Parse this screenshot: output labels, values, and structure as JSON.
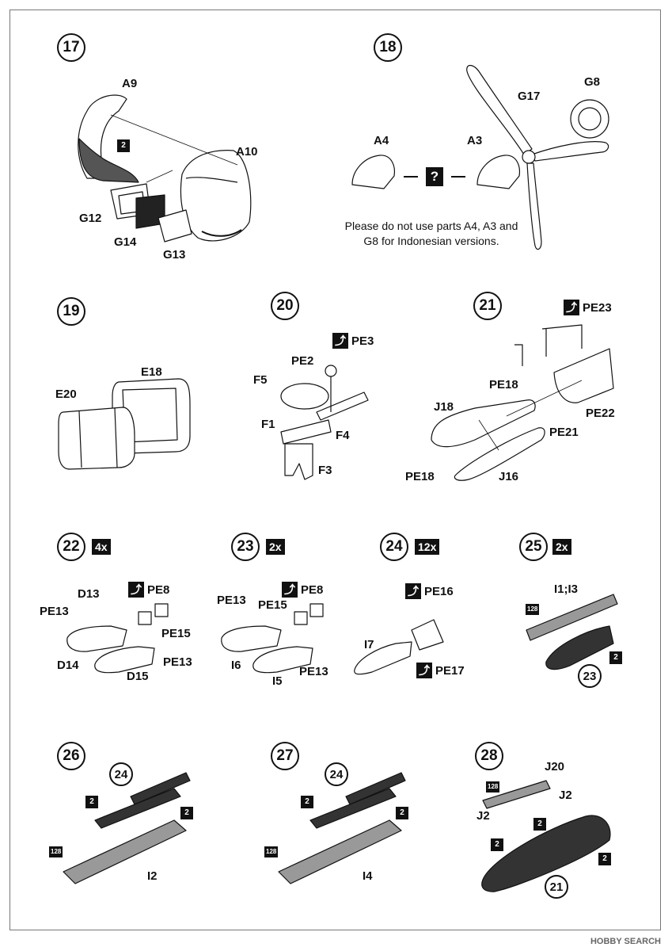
{
  "steps": {
    "s17": "17",
    "s18": "18",
    "s19": "19",
    "s20": "20",
    "s21": "21",
    "s22": "22",
    "s23": "23",
    "s24": "24",
    "s25": "25",
    "s26": "26",
    "s27": "27",
    "s28": "28"
  },
  "quantities": {
    "q22": "4x",
    "q23": "2x",
    "q24": "12x",
    "q25": "2x"
  },
  "labels": {
    "A9": "A9",
    "A10": "A10",
    "G12": "G12",
    "G14": "G14",
    "G13": "G13",
    "G17": "G17",
    "G8": "G8",
    "A4": "A4",
    "A3": "A3",
    "E18": "E18",
    "E20": "E20",
    "PE2": "PE2",
    "PE3": "PE3",
    "F5": "F5",
    "F1": "F1",
    "F4": "F4",
    "F3": "F3",
    "PE23": "PE23",
    "PE18": "PE18",
    "J18": "J18",
    "PE22": "PE22",
    "PE21": "PE21",
    "J16": "J16",
    "D13": "D13",
    "PE13": "PE13",
    "PE8": "PE8",
    "PE15": "PE15",
    "D14": "D14",
    "D15": "D15",
    "I6": "I6",
    "I5": "I5",
    "PE16": "PE16",
    "PE17": "PE17",
    "I7": "I7",
    "I1I3": "I1;I3",
    "c23": "23",
    "c24": "24",
    "I2": "I2",
    "I4": "I4",
    "J20": "J20",
    "J2": "J2",
    "c21": "21"
  },
  "paint": {
    "c2": "2",
    "c128": "128"
  },
  "unknown_mark": "?",
  "note_text": "Please do not use parts A4, A3 and G8 for Indonesian versions.",
  "watermark": "HOBBY SEARCH"
}
